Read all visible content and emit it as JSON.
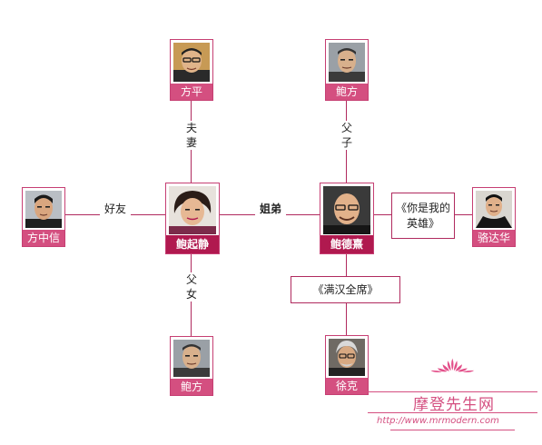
{
  "people": {
    "top_left": {
      "name": "方平",
      "photo": "portrait-man-glasses"
    },
    "top_right": {
      "name": "鲍方",
      "photo": "portrait-man-older"
    },
    "left": {
      "name": "方中信",
      "photo": "portrait-man"
    },
    "center_left": {
      "name": "鲍起静",
      "photo": "portrait-woman"
    },
    "center_right": {
      "name": "鲍德熹",
      "photo": "portrait-man-bald"
    },
    "right": {
      "name": "骆达华",
      "photo": "portrait-man-suit"
    },
    "bottom_left": {
      "name": "鲍方",
      "photo": "portrait-man-older"
    },
    "bottom_right": {
      "name": "徐克",
      "photo": "portrait-man-beard"
    }
  },
  "relations": {
    "spouse": {
      "line1": "夫",
      "line2": "妻"
    },
    "father_son": {
      "line1": "父",
      "line2": "子"
    },
    "friend": "好友",
    "siblings": "姐弟",
    "father_daughter": {
      "line1": "父",
      "line2": "女"
    }
  },
  "works": {
    "hero": {
      "line1": "《你是我的",
      "line2": "英雄》"
    },
    "banquet": "《满汉全席》"
  },
  "watermark": {
    "title": "摩登先生网",
    "url": "http://www.mrmodern.com",
    "accent": "#d44f80"
  },
  "colors": {
    "line": "#b02a5e",
    "name_bar": "#d44f80",
    "name_bar_main": "#b0194f"
  }
}
